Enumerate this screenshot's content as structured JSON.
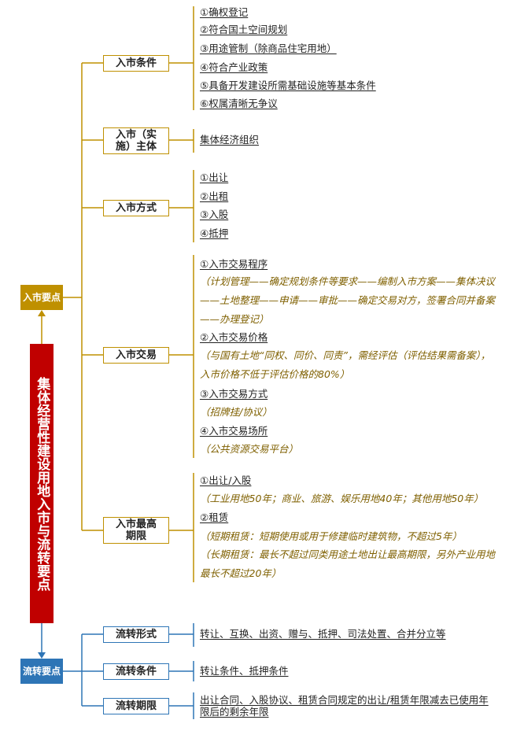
{
  "root": {
    "title": "集体经营性建设用地入市与流转要点"
  },
  "hubs": {
    "market": "入市要点",
    "transfer": "流转要点"
  },
  "categories": {
    "conditions": "入市条件",
    "subject": "入市（实施）主体",
    "methods": "入市方式",
    "trading": "入市交易",
    "max_term": "入市最高期限",
    "transfer_form": "流转形式",
    "transfer_conditions": "流转条件",
    "transfer_term": "流转期限"
  },
  "conditions": [
    "①确权登记",
    "②符合国土空间规划",
    "③用途管制（除商品住宅用地）",
    "④符合产业政策",
    "⑤具备开发建设所需基础设施等基本条件",
    "⑥权属清晰无争议"
  ],
  "subject": [
    "集体经济组织"
  ],
  "methods": [
    "①出让",
    "②出租",
    "③入股",
    "④抵押"
  ],
  "trading": {
    "procedure": "①入市交易程序",
    "procedure_note": "（计划管理——确定规划条件等要求——编制入市方案——集体决议——土地整理——申请——审批——确定交易对方，签署合同并备案——办理登记）",
    "price": "②入市交易价格",
    "price_note": "（与国有土地“同权、同价、同责”，需经评估（评估结果需备案），入市价格不低于评估价格的80%）",
    "method": "③入市交易方式",
    "method_note": "（招牌挂/协议）",
    "venue": "④入市交易场所",
    "venue_note": "（公共资源交易平台）"
  },
  "max_term": {
    "transfer_share": "①出让/入股",
    "transfer_share_note": "（工业用地50年；商业、旅游、娱乐用地40年；其他用地50年）",
    "lease": "②租赁",
    "short_lease_note": "（短期租赁：短期使用或用于修建临时建筑物，不超过5年）",
    "long_lease_note": "（长期租赁：最长不超过同类用途土地出让最高期限，另外产业用地最长不超过20年）"
  },
  "transfer": {
    "form": "转让、互换、出资、赠与、抵押、司法处置、合并分立等",
    "conditions": "转让条件、抵押条件",
    "term": "出让合同、入股协议、租赁合同规定的出让/租赁年限减去已使用年限后的剩余年限"
  },
  "colors": {
    "root": "#c00000",
    "gold": "#bf9000",
    "blue": "#2e75b6",
    "note": "#7f6000"
  }
}
